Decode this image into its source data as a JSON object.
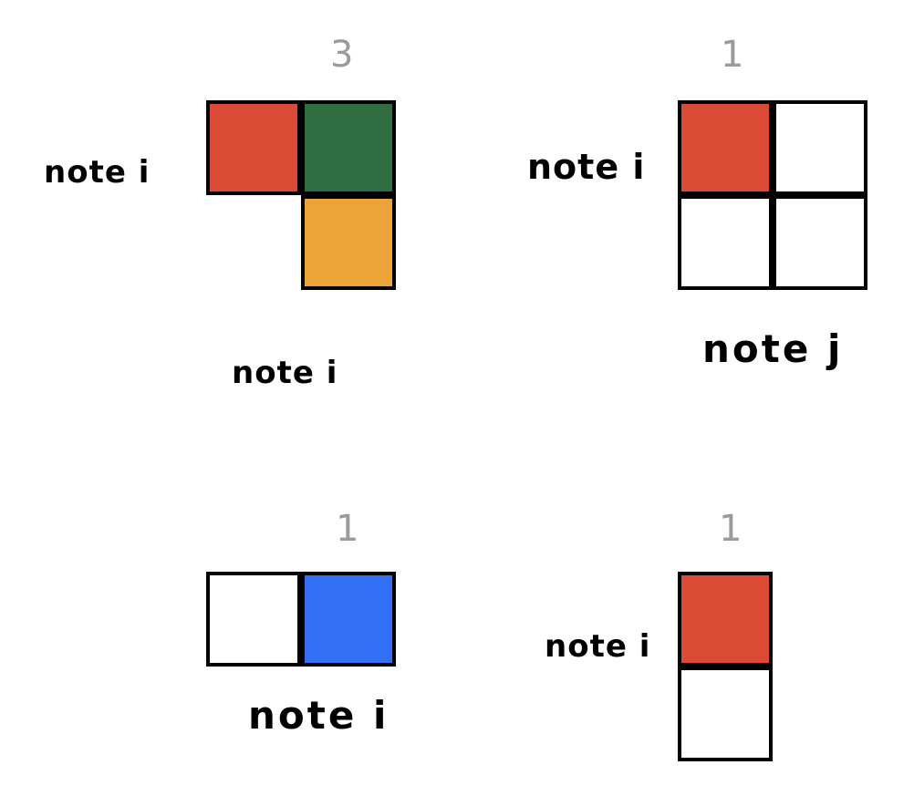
{
  "colors": {
    "red": "#db4a34",
    "green": "#2f6e40",
    "orange": "#eca43a",
    "blue": "#3170f5",
    "white": "#ffffff",
    "count_gray": "#9a9a9a"
  },
  "panels": [
    {
      "count": "3",
      "labels": [
        "note i",
        "note i"
      ]
    },
    {
      "count": "1",
      "labels": [
        "note i",
        "note j"
      ]
    },
    {
      "count": "1",
      "labels": [
        "note i"
      ]
    },
    {
      "count": "1",
      "labels": [
        "note i"
      ]
    }
  ]
}
